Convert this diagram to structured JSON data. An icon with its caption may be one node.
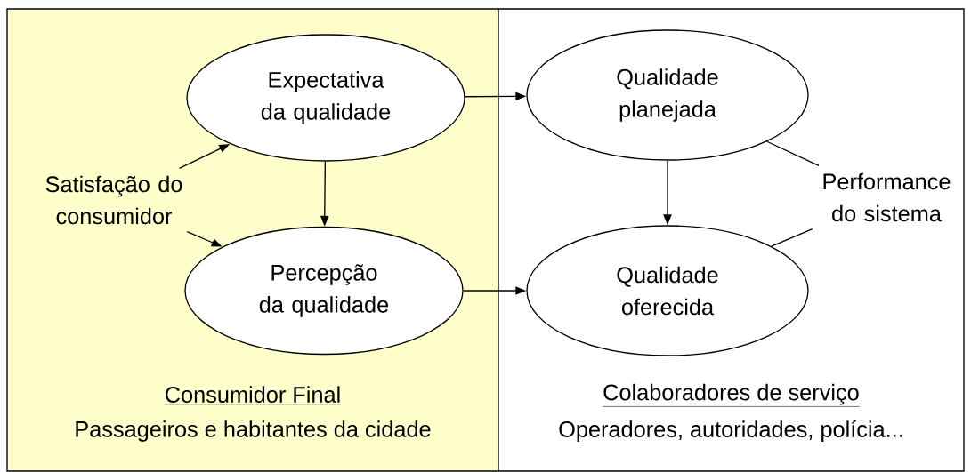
{
  "diagram": {
    "nodes": [
      {
        "text": [
          "Consumidor Final",
          "Passageiros e habitantes da cidade"
        ]
      },
      {
        "text": [
          "Expectativa da qualidade"
        ],
        "in": 0
      },
      {
        "text": [
          "Satisfação do consumidor"
        ],
        "in": 0
      },
      {
        "text": [
          "Percepção da qualidade"
        ],
        "in": 0
      },
      {
        "text": [
          "Colaboradores de serviço",
          "Operadores, autoridades, polícia..."
        ]
      },
      {
        "text": [
          "Qualidade planejada"
        ],
        "in": 4
      },
      {
        "text": [
          "Performance do sistema"
        ],
        "in": 4
      },
      {
        "text": [
          "Qualidade oferecida"
        ],
        "in": 4
      }
    ],
    "edges": [
      {
        "from": 2,
        "to": 1,
        "arrow": "to"
      },
      {
        "from": 2,
        "to": 3,
        "arrow": "to"
      },
      {
        "from": 1,
        "to": 3,
        "arrow": "to"
      },
      {
        "from": 1,
        "to": 5,
        "arrow": "to"
      },
      {
        "from": 3,
        "to": 7,
        "arrow": "to"
      },
      {
        "from": 5,
        "to": 7,
        "arrow": "to"
      },
      {
        "from": 6,
        "to": 5,
        "arrow": "none"
      },
      {
        "from": 6,
        "to": 7,
        "arrow": "none"
      }
    ]
  }
}
